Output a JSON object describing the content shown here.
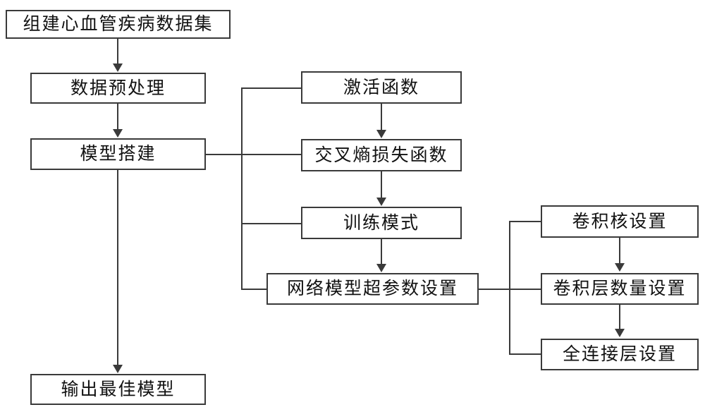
{
  "diagram": {
    "type": "flowchart",
    "orientation": "left-to-right with vertical sub-chains",
    "background_color": "#ffffff",
    "line_color": "#3a3a3a",
    "text_color": "#111111",
    "nodes": [
      {
        "id": "dataset",
        "label": "组建心血管疾病数据集",
        "column": "left",
        "order": 1
      },
      {
        "id": "preprocess",
        "label": "数据预处理",
        "column": "left",
        "order": 2
      },
      {
        "id": "modelbuild",
        "label": "模型搭建",
        "column": "left",
        "order": 3
      },
      {
        "id": "output",
        "label": "输出最佳模型",
        "column": "left",
        "order": 4
      },
      {
        "id": "activation",
        "label": "激活函数",
        "column": "middle",
        "order": 1
      },
      {
        "id": "celoss",
        "label": "交叉熵损失函数",
        "column": "middle",
        "order": 2
      },
      {
        "id": "trainmode",
        "label": "训练模式",
        "column": "middle",
        "order": 3
      },
      {
        "id": "hyperparam",
        "label": "网络模型超参数设置",
        "column": "middle",
        "order": 4
      },
      {
        "id": "kernel",
        "label": "卷积核设置",
        "column": "right",
        "order": 1
      },
      {
        "id": "convlayers",
        "label": "卷积层数量设置",
        "column": "right",
        "order": 2
      },
      {
        "id": "fclayers",
        "label": "全连接层设置",
        "column": "right",
        "order": 3
      }
    ],
    "edges": [
      {
        "from": "dataset",
        "to": "preprocess",
        "style": "arrow-down"
      },
      {
        "from": "preprocess",
        "to": "modelbuild",
        "style": "arrow-down"
      },
      {
        "from": "modelbuild",
        "to": "output",
        "style": "arrow-down"
      },
      {
        "from": "modelbuild",
        "to": "activation",
        "style": "bracket"
      },
      {
        "from": "modelbuild",
        "to": "celoss",
        "style": "bracket"
      },
      {
        "from": "modelbuild",
        "to": "trainmode",
        "style": "bracket"
      },
      {
        "from": "modelbuild",
        "to": "hyperparam",
        "style": "bracket"
      },
      {
        "from": "activation",
        "to": "celoss",
        "style": "arrow-down"
      },
      {
        "from": "celoss",
        "to": "trainmode",
        "style": "arrow-down"
      },
      {
        "from": "trainmode",
        "to": "hyperparam",
        "style": "arrow-down"
      },
      {
        "from": "hyperparam",
        "to": "kernel",
        "style": "bracket"
      },
      {
        "from": "hyperparam",
        "to": "convlayers",
        "style": "bracket"
      },
      {
        "from": "hyperparam",
        "to": "fclayers",
        "style": "bracket"
      },
      {
        "from": "kernel",
        "to": "convlayers",
        "style": "arrow-down"
      },
      {
        "from": "convlayers",
        "to": "fclayers",
        "style": "arrow-down"
      }
    ]
  }
}
